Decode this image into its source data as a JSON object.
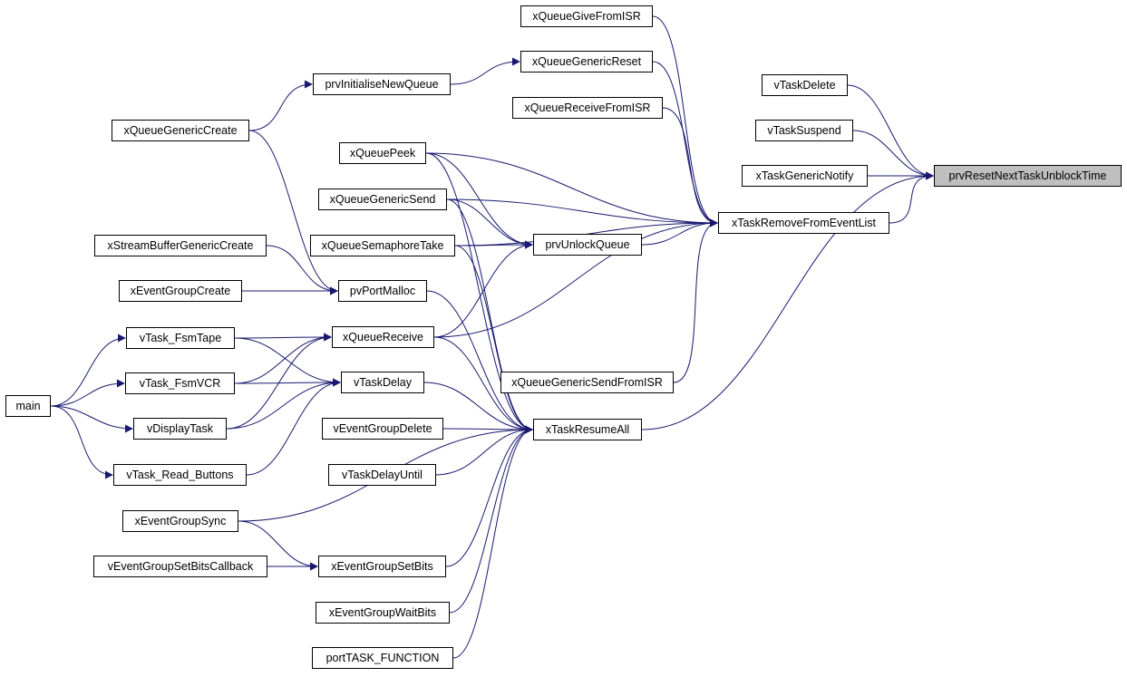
{
  "graph": {
    "edge_color": "#191970",
    "focus_fill": "#bfbfbf",
    "nodes": {
      "prvResetNextTaskUnblockTime": "prvResetNextTaskUnblockTime",
      "vTaskDelete": "vTaskDelete",
      "vTaskSuspend": "vTaskSuspend",
      "xTaskGenericNotify": "xTaskGenericNotify",
      "xTaskRemoveFromEventList": "xTaskRemoveFromEventList",
      "xTaskResumeAll": "xTaskResumeAll",
      "xQueueGiveFromISR": "xQueueGiveFromISR",
      "xQueueGenericReset": "xQueueGenericReset",
      "xQueueReceiveFromISR": "xQueueReceiveFromISR",
      "xQueuePeek": "xQueuePeek",
      "xQueueGenericSend": "xQueueGenericSend",
      "xQueueSemaphoreTake": "xQueueSemaphoreTake",
      "prvUnlockQueue": "prvUnlockQueue",
      "xQueueGenericSendFromISR": "xQueueGenericSendFromISR",
      "prvInitialiseNewQueue": "prvInitialiseNewQueue",
      "xQueueGenericCreate": "xQueueGenericCreate",
      "xStreamBufferGenericCreate": "xStreamBufferGenericCreate",
      "pvPortMalloc": "pvPortMalloc",
      "xEventGroupCreate": "xEventGroupCreate",
      "xQueueReceive": "xQueueReceive",
      "vTask_FsmTape": "vTask_FsmTape",
      "vTask_FsmVCR": "vTask_FsmVCR",
      "vTaskDelay": "vTaskDelay",
      "main": "main",
      "vDisplayTask": "vDisplayTask",
      "vEventGroupDelete": "vEventGroupDelete",
      "vTask_Read_Buttons": "vTask_Read_Buttons",
      "vTaskDelayUntil": "vTaskDelayUntil",
      "xEventGroupSync": "xEventGroupSync",
      "xEventGroupSetBits": "xEventGroupSetBits",
      "vEventGroupSetBitsCallback": "vEventGroupSetBitsCallback",
      "xEventGroupWaitBits": "xEventGroupWaitBits",
      "portTASK_FUNCTION": "portTASK_FUNCTION"
    },
    "edges": [
      [
        "vTaskDelete",
        "prvResetNextTaskUnblockTime"
      ],
      [
        "vTaskSuspend",
        "prvResetNextTaskUnblockTime"
      ],
      [
        "xTaskGenericNotify",
        "prvResetNextTaskUnblockTime"
      ],
      [
        "xTaskRemoveFromEventList",
        "prvResetNextTaskUnblockTime"
      ],
      [
        "xTaskResumeAll",
        "prvResetNextTaskUnblockTime"
      ],
      [
        "xQueueGiveFromISR",
        "xTaskRemoveFromEventList"
      ],
      [
        "xQueueGenericReset",
        "xTaskRemoveFromEventList"
      ],
      [
        "xQueueReceiveFromISR",
        "xTaskRemoveFromEventList"
      ],
      [
        "xQueuePeek",
        "xTaskRemoveFromEventList"
      ],
      [
        "xQueueGenericSend",
        "xTaskRemoveFromEventList"
      ],
      [
        "prvUnlockQueue",
        "xTaskRemoveFromEventList"
      ],
      [
        "xQueueSemaphoreTake",
        "xTaskRemoveFromEventList"
      ],
      [
        "xQueueReceive",
        "xTaskRemoveFromEventList"
      ],
      [
        "xQueueGenericSendFromISR",
        "xTaskRemoveFromEventList"
      ],
      [
        "xQueuePeek",
        "prvUnlockQueue"
      ],
      [
        "xQueueGenericSend",
        "prvUnlockQueue"
      ],
      [
        "xQueueSemaphoreTake",
        "prvUnlockQueue"
      ],
      [
        "xQueueReceive",
        "prvUnlockQueue"
      ],
      [
        "prvInitialiseNewQueue",
        "xQueueGenericReset"
      ],
      [
        "xQueueGenericCreate",
        "prvInitialiseNewQueue"
      ],
      [
        "xQueueGenericCreate",
        "pvPortMalloc"
      ],
      [
        "xStreamBufferGenericCreate",
        "pvPortMalloc"
      ],
      [
        "xEventGroupCreate",
        "pvPortMalloc"
      ],
      [
        "pvPortMalloc",
        "xTaskResumeAll"
      ],
      [
        "xQueuePeek",
        "xTaskResumeAll"
      ],
      [
        "xQueueGenericSend",
        "xTaskResumeAll"
      ],
      [
        "xQueueSemaphoreTake",
        "xTaskResumeAll"
      ],
      [
        "xQueueReceive",
        "xTaskResumeAll"
      ],
      [
        "vTaskDelay",
        "xTaskResumeAll"
      ],
      [
        "vEventGroupDelete",
        "xTaskResumeAll"
      ],
      [
        "vTaskDelayUntil",
        "xTaskResumeAll"
      ],
      [
        "xEventGroupSync",
        "xTaskResumeAll"
      ],
      [
        "xEventGroupSetBits",
        "xTaskResumeAll"
      ],
      [
        "xEventGroupWaitBits",
        "xTaskResumeAll"
      ],
      [
        "portTASK_FUNCTION",
        "xTaskResumeAll"
      ],
      [
        "vTask_FsmTape",
        "xQueueReceive"
      ],
      [
        "vTask_FsmVCR",
        "xQueueReceive"
      ],
      [
        "vDisplayTask",
        "xQueueReceive"
      ],
      [
        "vTask_FsmTape",
        "vTaskDelay"
      ],
      [
        "vTask_FsmVCR",
        "vTaskDelay"
      ],
      [
        "vDisplayTask",
        "vTaskDelay"
      ],
      [
        "vTask_Read_Buttons",
        "vTaskDelay"
      ],
      [
        "main",
        "vTask_FsmTape"
      ],
      [
        "main",
        "vTask_FsmVCR"
      ],
      [
        "main",
        "vDisplayTask"
      ],
      [
        "main",
        "vTask_Read_Buttons"
      ],
      [
        "xEventGroupSync",
        "xEventGroupSetBits"
      ],
      [
        "vEventGroupSetBitsCallback",
        "xEventGroupSetBits"
      ]
    ]
  }
}
